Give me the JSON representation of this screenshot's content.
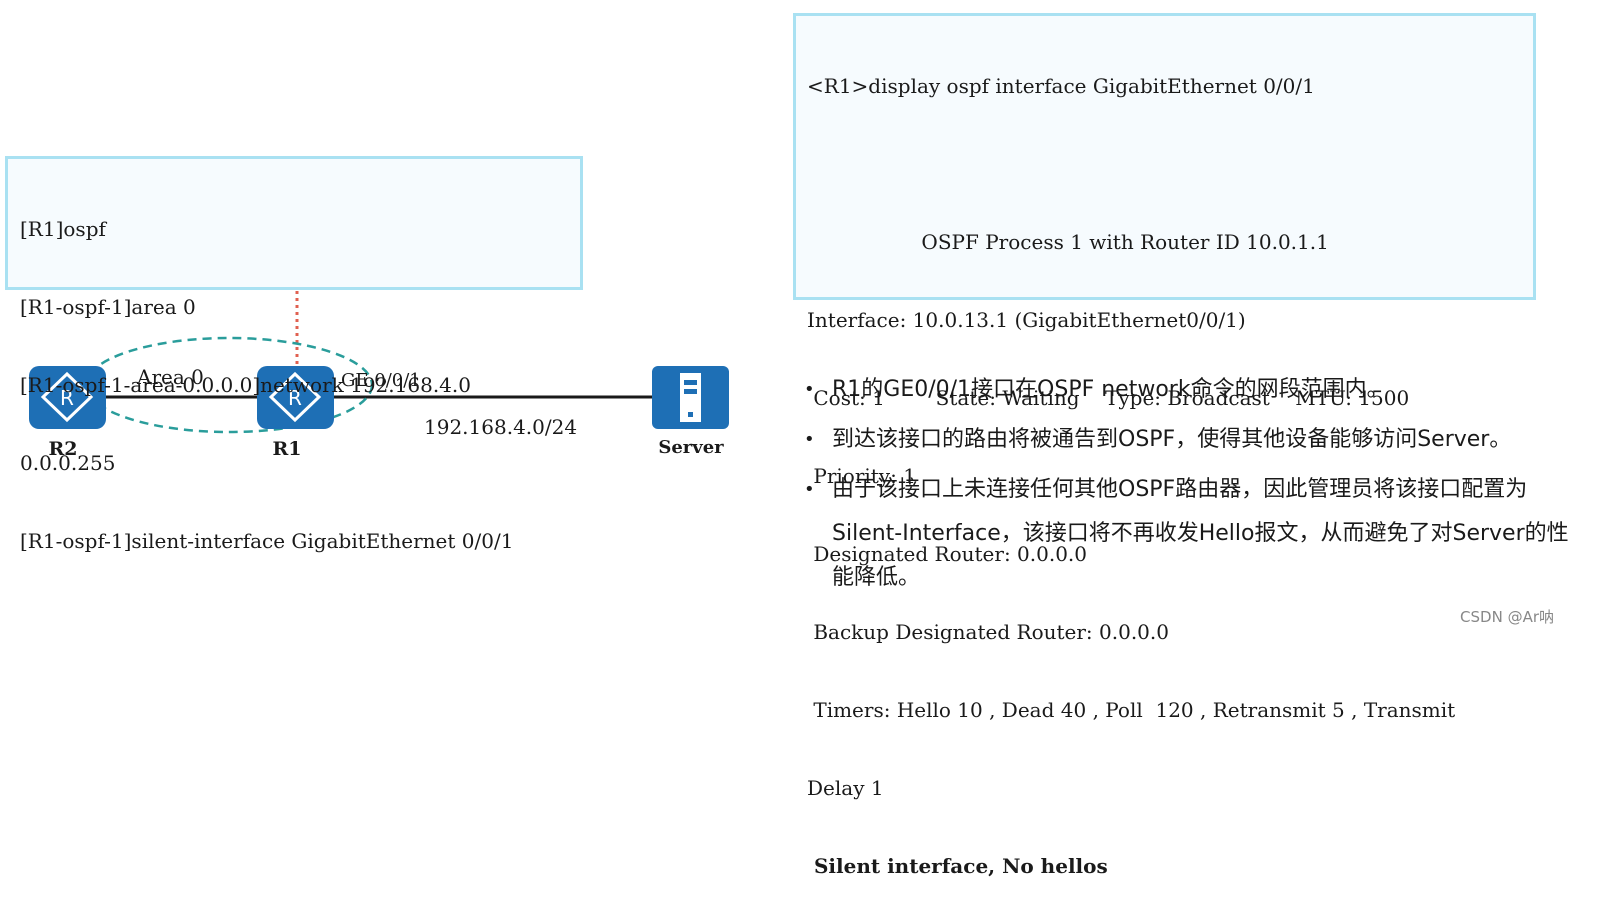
{
  "config_box": {
    "lines": [
      "[R1]ospf",
      "[R1-ospf-1]area 0",
      "[R1-ospf-1-area-0.0.0.0]network 192.168.4.0",
      "0.0.0.255",
      "[R1-ospf-1]silent-interface GigabitEthernet 0/0/1"
    ]
  },
  "display_box": {
    "lines": [
      "<R1>display ospf interface GigabitEthernet 0/0/1",
      "",
      "                  OSPF Process 1 with Router ID 10.0.1.1",
      "Interface: 10.0.13.1 (GigabitEthernet0/0/1)",
      " Cost: 1        State: Waiting    Type: Broadcast    MTU: 1500",
      " Priority: 1",
      " Designated Router: 0.0.0.0",
      " Backup Designated Router: 0.0.0.0",
      " Timers: Hello 10 , Dead 40 , Poll  120 , Retransmit 5 , Transmit",
      "Delay 1"
    ],
    "bold_line": " Silent interface, No hellos"
  },
  "topology": {
    "area_label": "Area 0",
    "r2_label": "R2",
    "r1_label": "R1",
    "interface_label": "GE 0/0/1",
    "network_label": "192.168.4.0/24",
    "server_label": "Server",
    "router_glyph": "R",
    "colors": {
      "device_blue": "#1e6fb5",
      "area_ellipse": "#2a9d9b",
      "dotted_link": "#e06050",
      "box_border": "#a9e1f2"
    }
  },
  "bullets": [
    "R1的GE0/0/1接口在OSPF network命令的网段范围内。",
    "到达该接口的路由将被通告到OSPF，使得其他设备能够访问Server。",
    "由于该接口上未连接任何其他OSPF路由器，因此管理员将该接口配置为Silent-Interface，该接口将不再收发Hello报文，从而避免了对Server的性能降低。"
  ],
  "bullet_symbol": "•",
  "watermark": "CSDN @Ar呐"
}
